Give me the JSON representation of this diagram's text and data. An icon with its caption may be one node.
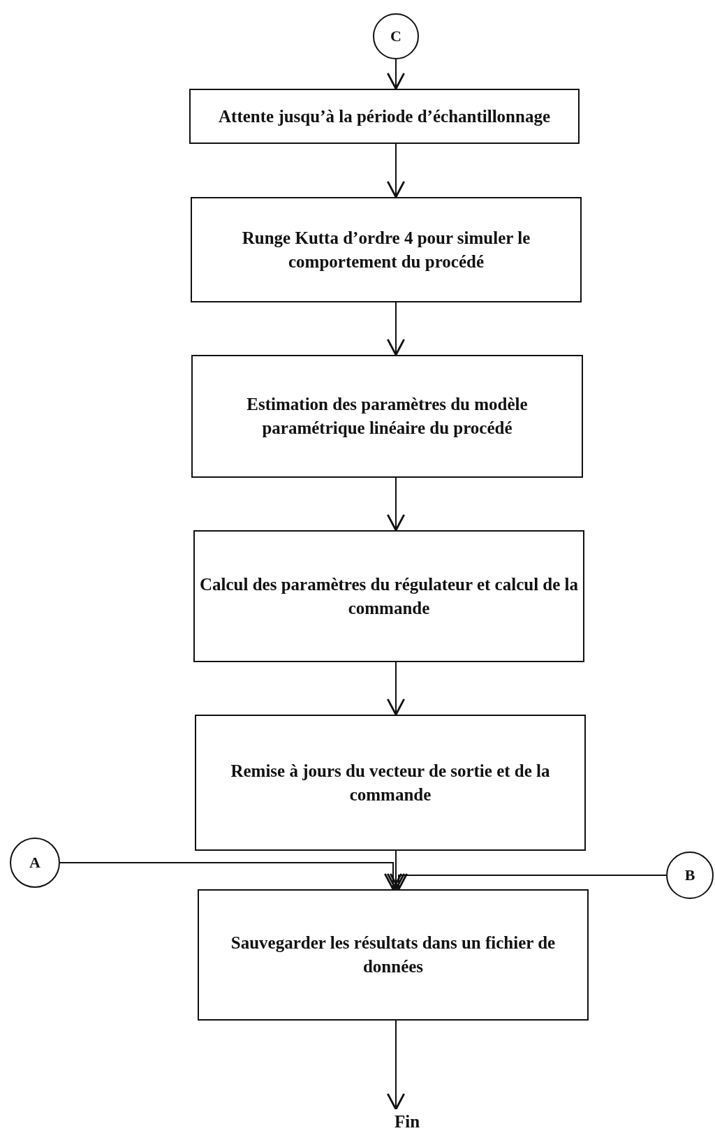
{
  "diagram": {
    "nodes": [
      {
        "text": [
          "C"
        ]
      },
      {
        "text": [
          "Attente jusqu’à la période d’échantillonnage"
        ]
      },
      {
        "text": [
          "Runge Kutta d’ordre 4 pour simuler le comportement du procédé"
        ]
      },
      {
        "text": [
          "Estimation des paramètres du modèle paramétrique linéaire du procédé"
        ]
      },
      {
        "text": [
          "Calcul des paramètres du régulateur et calcul de la commande"
        ]
      },
      {
        "text": [
          "Remise à jours du vecteur de sortie et de la commande"
        ]
      },
      {
        "text": [
          "Sauvegarder les résultats dans un fichier de données"
        ]
      },
      {
        "text": [
          "A"
        ]
      },
      {
        "text": [
          "B"
        ]
      },
      {
        "text": [
          "Fin"
        ]
      }
    ],
    "edges": [
      {
        "from": 0,
        "to": 1,
        "arrow": "to"
      },
      {
        "from": 1,
        "to": 2,
        "arrow": "to"
      },
      {
        "from": 2,
        "to": 3,
        "arrow": "to"
      },
      {
        "from": 3,
        "to": 4,
        "arrow": "to"
      },
      {
        "from": 4,
        "to": 5,
        "arrow": "to"
      },
      {
        "from": 5,
        "to": 6,
        "arrow": "to"
      },
      {
        "from": 7,
        "to": 6,
        "arrow": "to"
      },
      {
        "from": 8,
        "to": 6,
        "arrow": "to"
      },
      {
        "from": 6,
        "to": 9,
        "arrow": "to"
      }
    ]
  }
}
